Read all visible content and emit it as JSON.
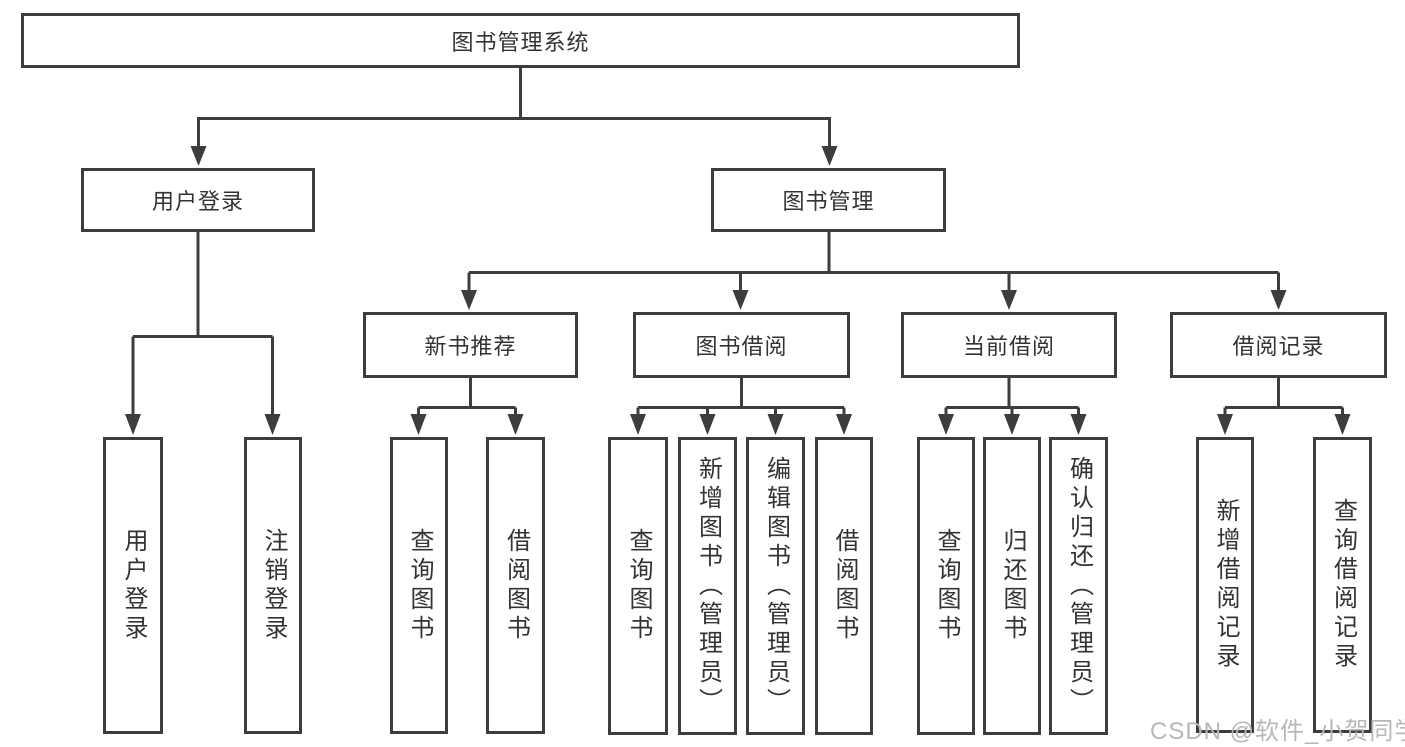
{
  "diagram": {
    "root": "图书管理系统",
    "level2": [
      "用户登录",
      "图书管理"
    ],
    "level3": [
      "新书推荐",
      "图书借阅",
      "当前借阅",
      "借阅记录"
    ],
    "leaves_user_login": [
      "用户登录",
      "注销登录"
    ],
    "leaves_new_books": [
      "查询图书",
      "借阅图书"
    ],
    "leaves_book_borrow": [
      "查询图书",
      "新增图书（管理员）",
      "编辑图书（管理员）",
      "借阅图书"
    ],
    "leaves_current_borrow": [
      "查询图书",
      "归还图书",
      "确认归还（管理员）"
    ],
    "leaves_borrow_records": [
      "新增借阅记录",
      "查询借阅记录"
    ],
    "watermark": "CSDN @软件_小贺同学",
    "colors": {
      "line": "#3d3d3d",
      "box_border": "#3d3d3d",
      "text": "#333333",
      "watermark": "#b7b7b7",
      "background": "#ffffff"
    }
  }
}
